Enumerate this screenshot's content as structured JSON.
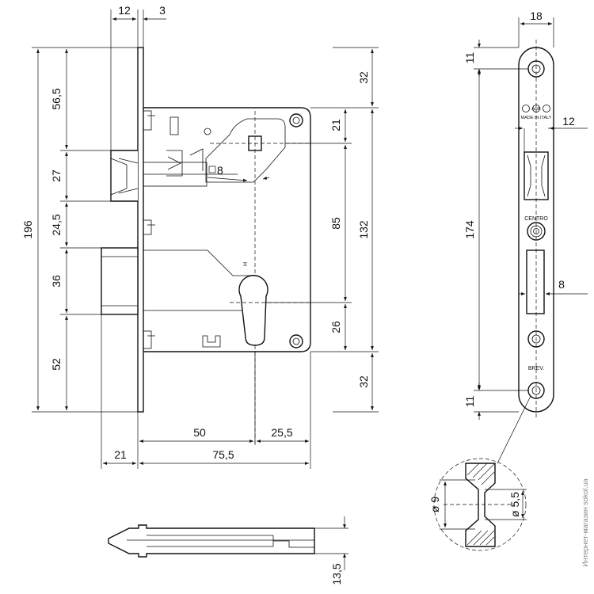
{
  "dimensions": {
    "faceplate_width": "12",
    "faceplate_thickness": "3",
    "top_to_latch": "56,5",
    "latch_height": "27",
    "latch_to_bolt": "24,5",
    "bolt_height": "36",
    "bolt_to_bottom": "52",
    "total_height": "196",
    "top_offset": "32",
    "spindle_top": "21",
    "spindle_square": "8",
    "center_distance": "85",
    "body_height": "132",
    "cylinder_bottom": "26",
    "bottom_offset": "32",
    "backset": "50",
    "cylinder_to_back": "25,5",
    "bolt_throw": "21",
    "body_depth": "75,5",
    "strike_width": "18",
    "strike_top": "11",
    "strike_slot_width": "12",
    "strike_height": "174",
    "strike_bolt_slot": "8",
    "strike_bottom": "11",
    "screw_head_diameter": "ø 9",
    "screw_hole_diameter": "ø 5,5",
    "latch_depth": "13,5"
  },
  "marks": {
    "brand": "AGB",
    "made_in": "MADE IN ITALY",
    "centro": "CENTRO",
    "brev": "BREV.",
    "handing_mark": "H"
  },
  "watermark": "Интернет-магазин sokol.ua"
}
